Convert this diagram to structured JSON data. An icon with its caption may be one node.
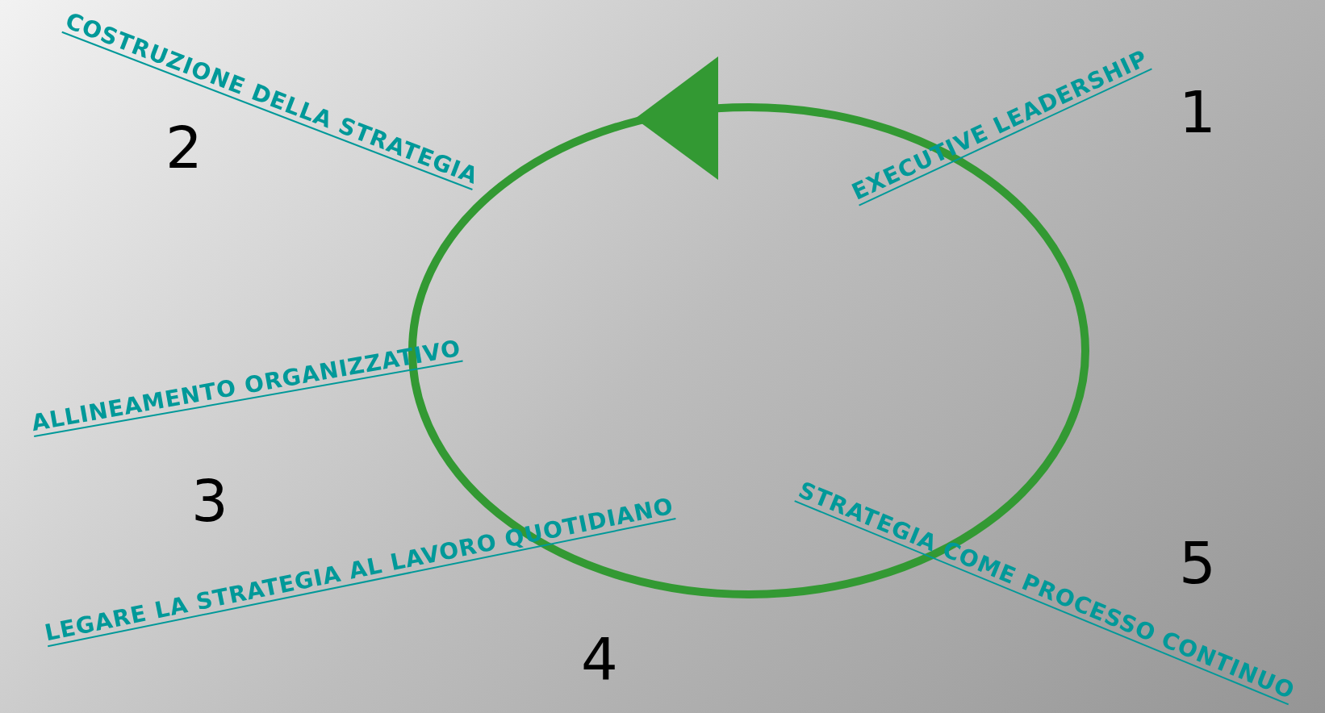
{
  "diagram": {
    "labels": [
      "COSTRUZIONE DELLA STRATEGIA",
      "EXECUTIVE LEADERSHIP",
      "1",
      "2",
      "ALLINEAMENTO ORGANIZZATIVO",
      "3",
      "STRATEGIA COME PROCESSO CONTINUO",
      "LEGARE LA STRATEGIA AL LAVORO QUOTIDIANO",
      "5",
      "4"
    ]
  }
}
